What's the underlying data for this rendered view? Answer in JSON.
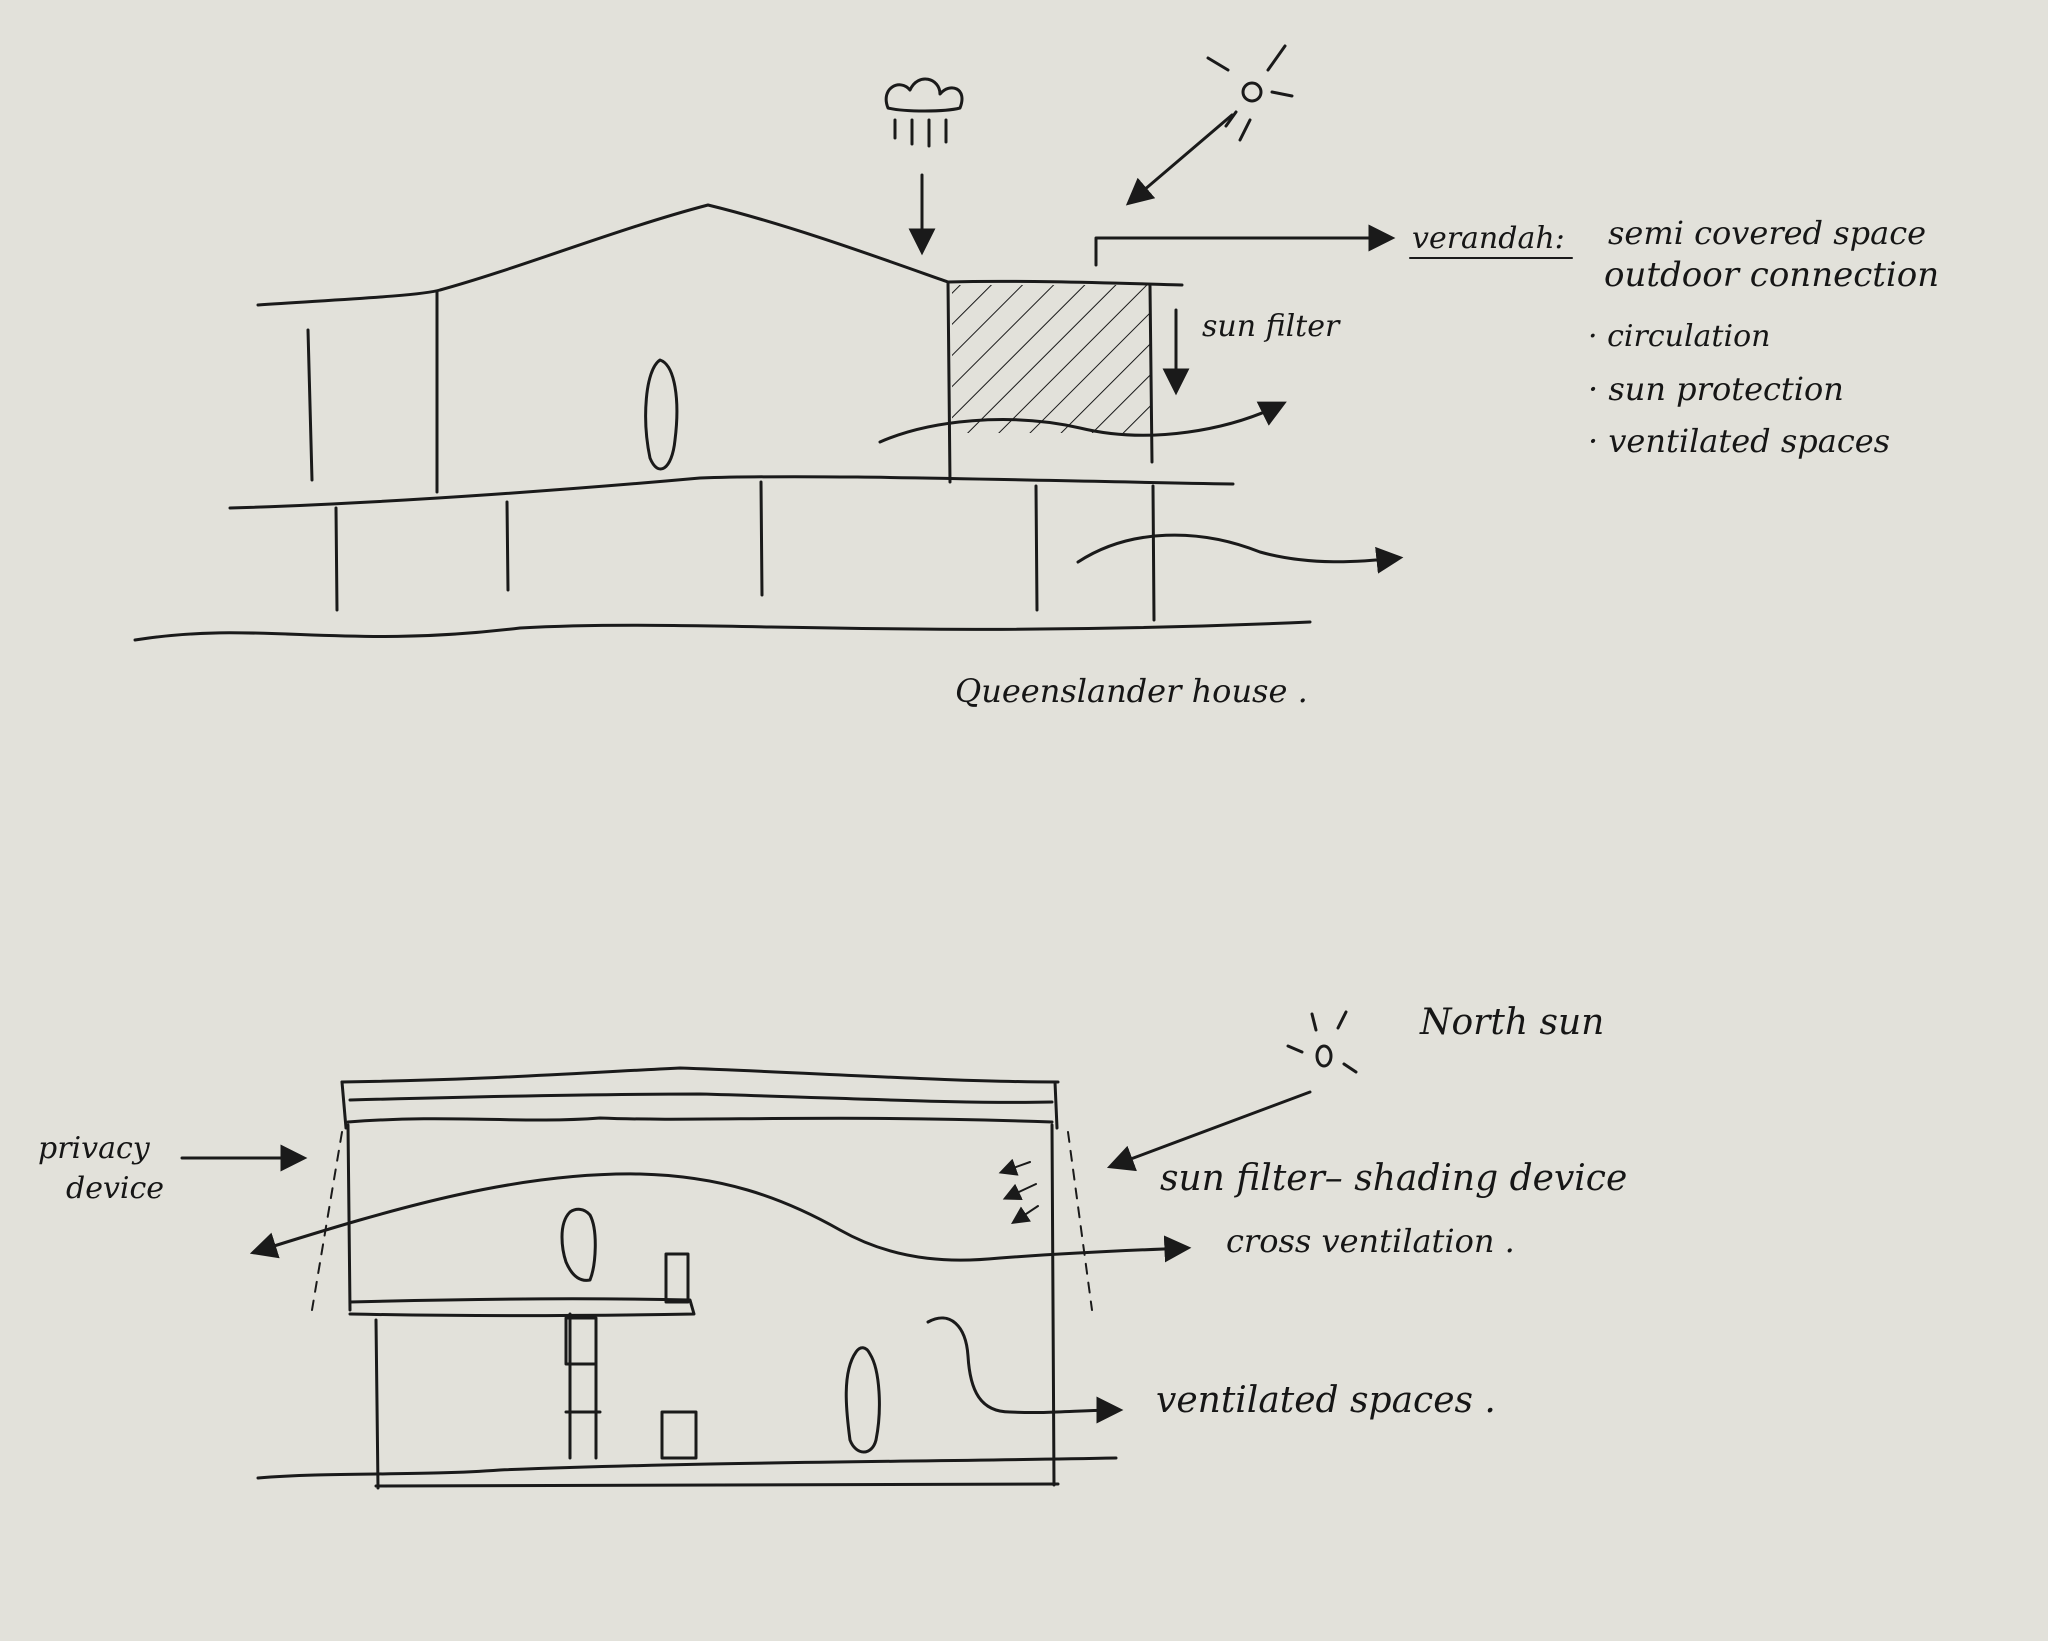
{
  "sketch1": {
    "caption": "Queenslander house .",
    "verandah_title": "verandah:",
    "verandah_desc_1": "semi covered space",
    "verandah_desc_2": "outdoor connection",
    "bullets": [
      "circulation",
      "sun protection",
      "ventilated spaces"
    ],
    "sun_filter": "sun filter"
  },
  "sketch2": {
    "north_sun": "North sun",
    "privacy_1": "privacy",
    "privacy_2": "device",
    "shading": "sun filter– shading device",
    "cross_vent": "cross ventilation .",
    "ventilated": "ventilated spaces ."
  },
  "colors": {
    "paper": "#e2e1da",
    "ink": "#1a1a1a"
  }
}
